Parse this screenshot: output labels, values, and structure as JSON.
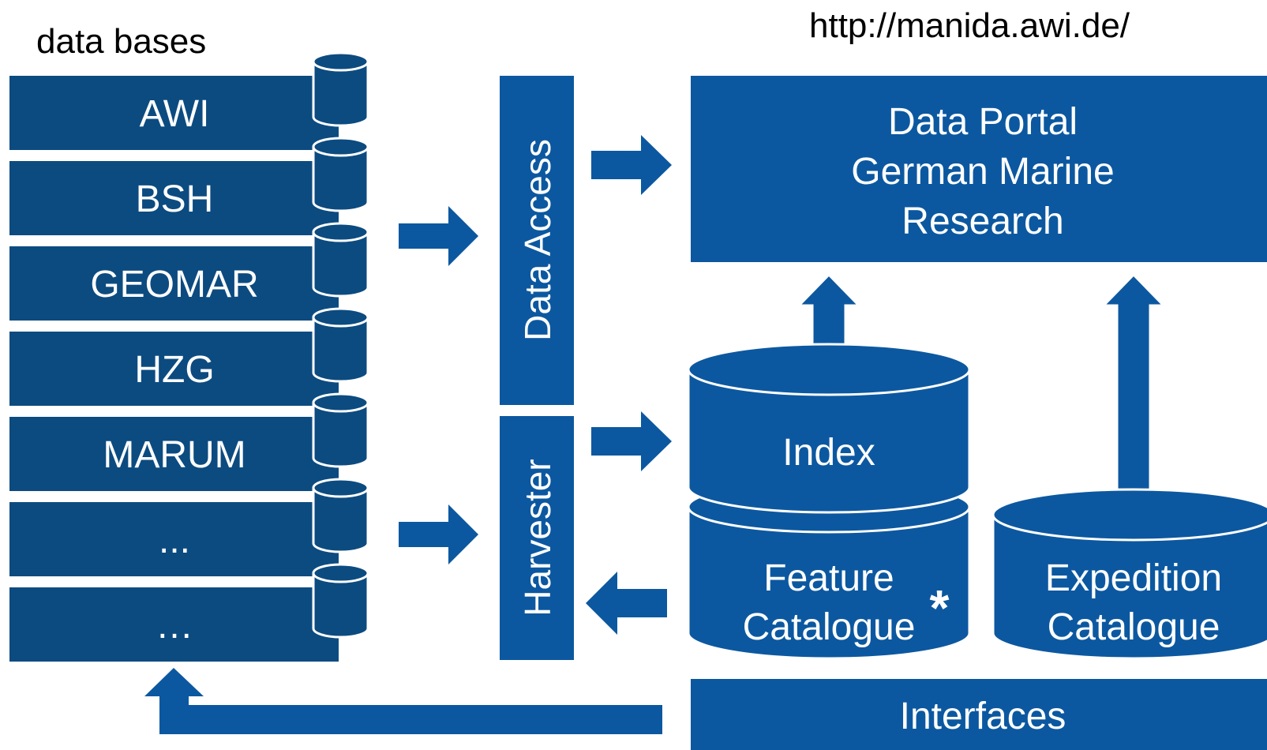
{
  "header": {
    "title": "data bases",
    "url": "http://manida.awi.de/"
  },
  "databases": [
    {
      "label": "AWI"
    },
    {
      "label": "BSH"
    },
    {
      "label": "GEOMAR"
    },
    {
      "label": "HZG"
    },
    {
      "label": "MARUM"
    },
    {
      "label": "..."
    },
    {
      "label": "…"
    }
  ],
  "middle": {
    "data_access": "Data Access",
    "harvester": "Harvester"
  },
  "portal": {
    "line1": "Data Portal",
    "line2": "German Marine",
    "line3": "Research"
  },
  "index": {
    "label": "Index"
  },
  "feature_catalogue": {
    "line1": "Feature",
    "line2": "Catalogue",
    "mark": "*"
  },
  "expedition_catalogue": {
    "line1": "Expedition",
    "line2": "Catalogue"
  },
  "interfaces": {
    "label": "Interfaces"
  },
  "colors": {
    "dark_blue": "#0c4b80",
    "medium_blue": "#0c58a0",
    "text": "#ffffff",
    "background": "#ffffff"
  }
}
